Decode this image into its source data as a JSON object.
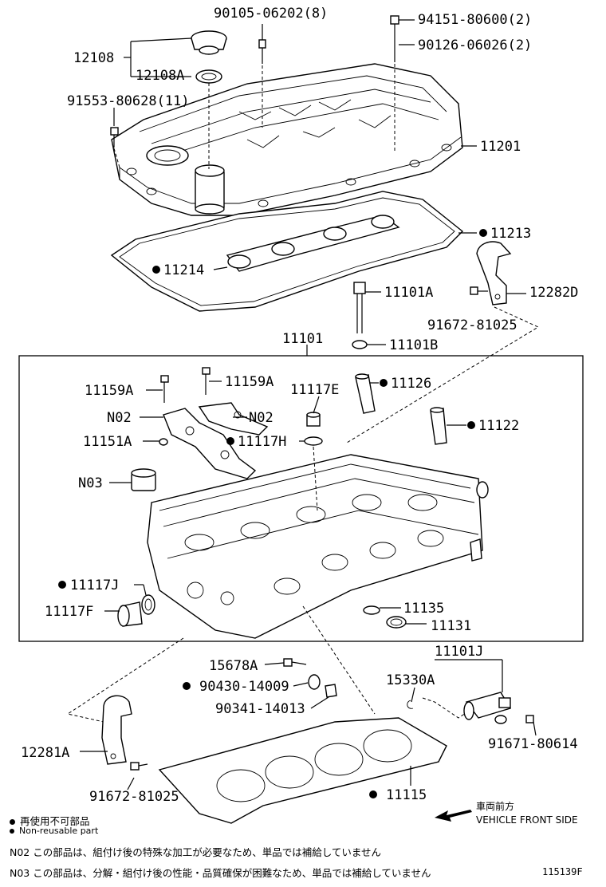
{
  "parts": {
    "p90105": "90105-06202(8)",
    "p94151": "94151-80600(2)",
    "p90126": "90126-06026(2)",
    "p12108": "12108",
    "p12108A": "12108A",
    "p91553": "91553-80628(11)",
    "p11201": "11201",
    "p11213": "11213",
    "p11214": "11214",
    "p11101A": "11101A",
    "p12282D": "12282D",
    "p91672a": "91672-81025",
    "p11101B": "11101B",
    "p11101": "11101",
    "p11159A_l": "11159A",
    "p11159A_r": "11159A",
    "p11117E": "11117E",
    "p11126": "11126",
    "pN02_l": "N02",
    "pN02_r": "N02",
    "p11151A": "11151A",
    "p11117H": "11117H",
    "p11122": "11122",
    "pN03": "N03",
    "p11117J": "11117J",
    "p11117F": "11117F",
    "p11135": "11135",
    "p11131": "11131",
    "p11101J": "11101J",
    "p15678A": "15678A",
    "p15330A": "15330A",
    "p90430": "90430-14009",
    "p90341": "90341-14013",
    "p12281A": "12281A",
    "p91671": "91671-80614",
    "p91672b": "91672-81025",
    "p11115": "11115"
  },
  "direction": {
    "jp": "車両前方",
    "en": "VEHICLE FRONT SIDE"
  },
  "legend": {
    "nonreuse_jp": "再使用不可部品",
    "nonreuse_en": "Non-reusable part",
    "n02_note": "N02 この部品は、組付け後の特殊な加工が必要なため、単品では補給していません",
    "n03_note": "N03 この部品は、分解・組付け後の性能・品質確保が困難なため、単品では補給していません"
  },
  "figure_id": "115139F"
}
